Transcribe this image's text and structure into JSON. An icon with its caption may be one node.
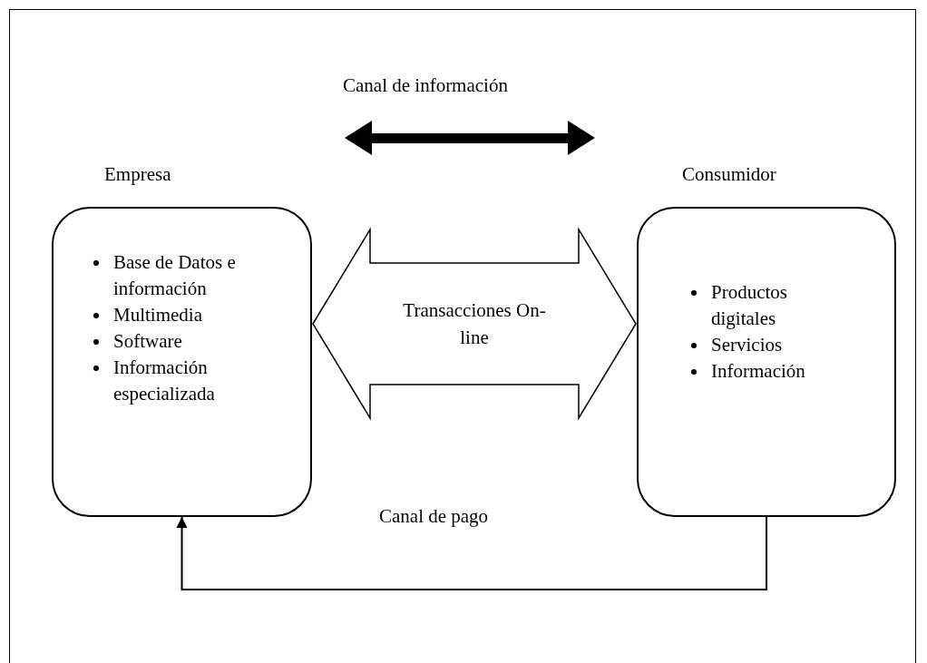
{
  "diagram": {
    "nodes": [
      {
        "text": [
          "Empresa",
          "Base de Datos e información",
          "Multimedia",
          "Software",
          "Información especializada"
        ]
      },
      {
        "text": [
          "Consumidor",
          "Productos digitales",
          "Servicios",
          "Información"
        ]
      }
    ],
    "edges": [
      {
        "from": 0,
        "to": 1,
        "arrow": "both",
        "label": "Transacciones On-line",
        "style": "thick"
      },
      {
        "from": 1,
        "to": 0,
        "arrow": "to",
        "label": "Canal de pago"
      }
    ],
    "labels": [
      "Canal de información"
    ]
  }
}
